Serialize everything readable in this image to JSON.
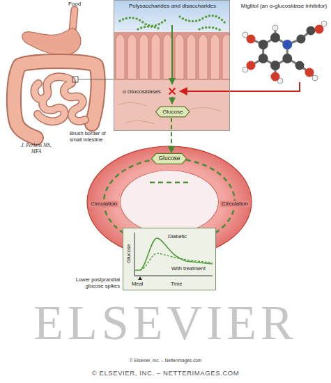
{
  "diagram": {
    "nodes": [
      {
        "text": [
          "Polysaccharides and disaccharides",
          "α Glucosidases"
        ]
      },
      {
        "text": [
          "Glucose"
        ],
        "in": 0
      },
      {
        "text": [
          "Glucose"
        ]
      },
      {
        "text": [
          "Diabetic",
          "With treatment",
          "Glucose",
          "Meal",
          "Time"
        ]
      }
    ],
    "edges": [
      {
        "from": 1,
        "to": 2,
        "arrow": "to"
      }
    ],
    "labels": [
      "Food",
      "Miglitol (an α-glucosidase inhibitor)",
      "Brush border of small intestine",
      "J. Perkins MS, MFA",
      "Circulation",
      "Circulation",
      "Lower postprandial glucose spikes",
      "ELSEVIER",
      "© Elsevier, Inc. – Netterimages.com",
      "© ELSEVIER, INC. – NETTERIMAGES.COM"
    ]
  }
}
